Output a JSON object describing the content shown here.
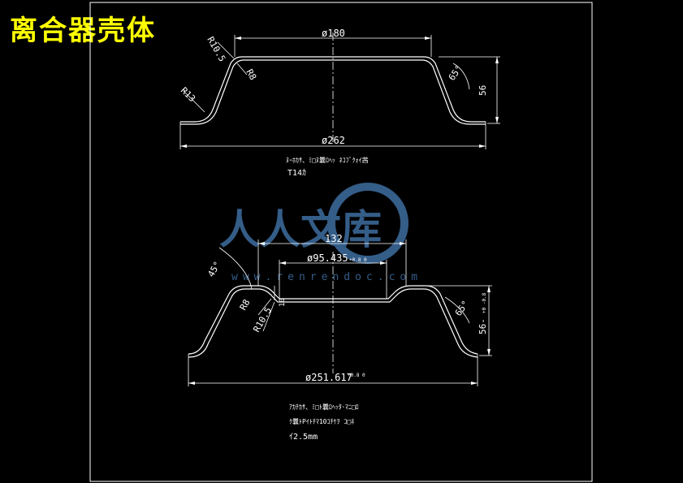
{
  "title": "离合器壳体",
  "colors": {
    "background": "#000000",
    "title": "#ffff00",
    "lines": "#ffffff",
    "watermark": "#3e6ea0"
  },
  "top_view": {
    "dia_top": "ø180",
    "dia_bottom": "ø262",
    "radius_top": "R10.5",
    "radius_inner": "R8",
    "radius_bottom": "R13",
    "angle": "65°",
    "height": "56",
    "note1": "ﾇｰﾎｶｻ、ﾐ□ﾇ曩ﾛﾍｯ   ﾈｺﾌﾞｸｫｲ茜",
    "note2": "T14ｶ"
  },
  "bottom_view": {
    "width_132": "132",
    "dia_mid": "ø95.435",
    "dia_mid_tol": "+0.8\n0",
    "angle_left": "45°",
    "height_small": "10",
    "radius_a": "R8",
    "radius_b": "R10.5",
    "angle_right": "65°",
    "height": "56-",
    "height_tol": "+0\n-0.8",
    "dia_bottom": "ø251.617",
    "dia_bottom_tol": "+0.8\n0",
    "note1": "ｱｶﾁｶｻ、ﾐ□ﾄ曩ﾛﾍｯﾀ･ﾏﾆ□ﾛ",
    "note2": "ｸ曩ﾄPｲﾄﾁﾏ10ｺﾁｹｦ      ｺ□ﾈ",
    "note3": "ｲ2.5mm"
  },
  "watermark": {
    "text": "人人文库",
    "url": "www.renrendoc.com"
  }
}
